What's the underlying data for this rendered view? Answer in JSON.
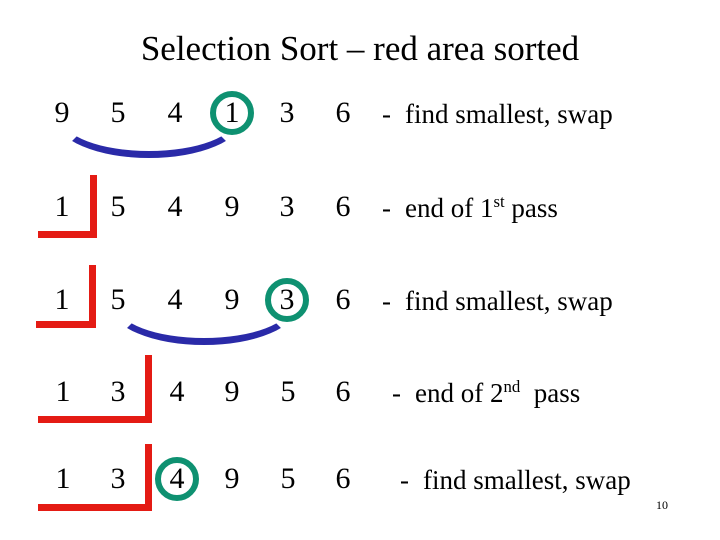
{
  "slide": {
    "title": "Selection Sort – red area sorted",
    "page_number": "10",
    "colors": {
      "sorted_bracket": "#E41B14",
      "swap_arc": "#2A2AA8",
      "selection_circle": "#0E9171",
      "text": "#000000",
      "background": "#FFFFFF"
    },
    "rows": [
      {
        "id": "row-1",
        "values": [
          "9",
          "5",
          "4",
          "1",
          "3",
          "6"
        ],
        "dash": "-",
        "note": "find smallest, swap",
        "note_sup": "",
        "note_tail": "",
        "circled_index": 3,
        "arc_from_index": 0,
        "arc_to_index": 3,
        "bracket_through_index": null
      },
      {
        "id": "row-2",
        "values": [
          "1",
          "5",
          "4",
          "9",
          "3",
          "6"
        ],
        "dash": "-",
        "note": "end of 1",
        "note_sup": "st",
        "note_tail": " pass",
        "circled_index": null,
        "arc_from_index": null,
        "arc_to_index": null,
        "bracket_through_index": 0
      },
      {
        "id": "row-3",
        "values": [
          "1",
          "5",
          "4",
          "9",
          "3",
          "6"
        ],
        "dash": "-",
        "note": "find smallest, swap",
        "note_sup": "",
        "note_tail": "",
        "circled_index": 4,
        "arc_from_index": 1,
        "arc_to_index": 4,
        "bracket_through_index": 0
      },
      {
        "id": "row-4",
        "values": [
          "1",
          "3",
          "4",
          "9",
          "5",
          "6"
        ],
        "dash": "-",
        "note": "end of 2",
        "note_sup": "nd",
        "note_tail": "  pass",
        "circled_index": null,
        "arc_from_index": null,
        "arc_to_index": null,
        "bracket_through_index": 1
      },
      {
        "id": "row-5",
        "values": [
          "1",
          "3",
          "4",
          "9",
          "5",
          "6"
        ],
        "dash": "-",
        "note": "find smallest, swap",
        "note_sup": "",
        "note_tail": "",
        "circled_index": 2,
        "arc_from_index": null,
        "arc_to_index": null,
        "bracket_through_index": 1
      }
    ]
  }
}
